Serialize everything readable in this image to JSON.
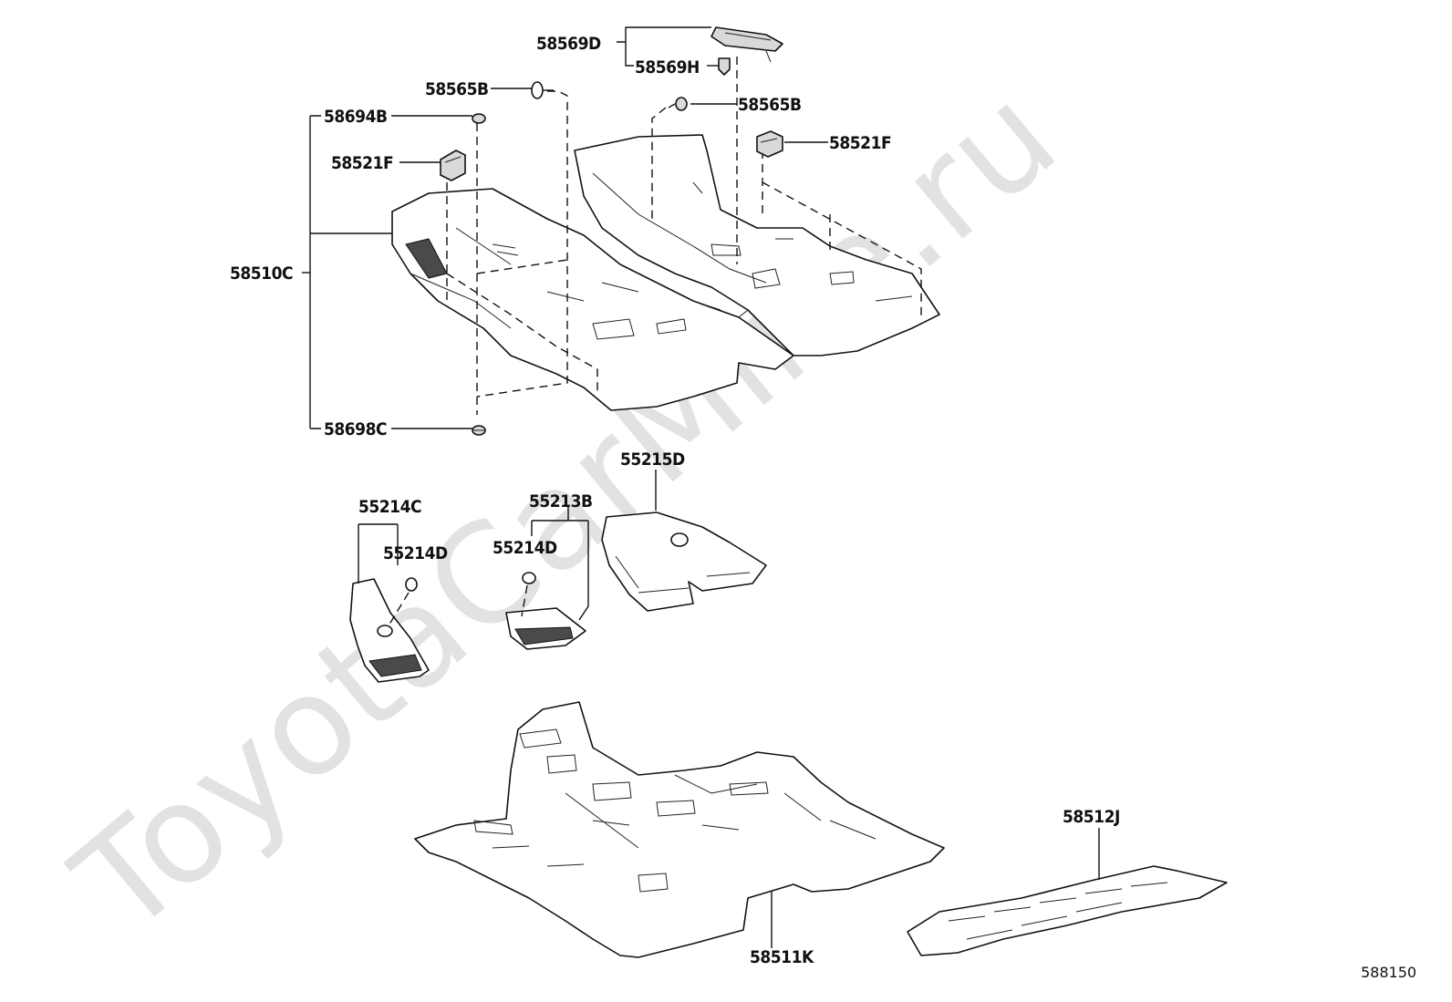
{
  "watermark": "ToyotaCarMine.ru",
  "diagram_ref": "588150",
  "labels": {
    "p58569D": "58569D",
    "p58569H": "58569H",
    "p58565B_a": "58565B",
    "p58565B_b": "58565B",
    "p58694B": "58694B",
    "p58521F_a": "58521F",
    "p58521F_b": "58521F",
    "p58510C": "58510C",
    "p58698C": "58698C",
    "p55215D": "55215D",
    "p55214C": "55214C",
    "p55213B": "55213B",
    "p55214D_a": "55214D",
    "p55214D_b": "55214D",
    "p58512J": "58512J",
    "p58511K": "58511K"
  }
}
